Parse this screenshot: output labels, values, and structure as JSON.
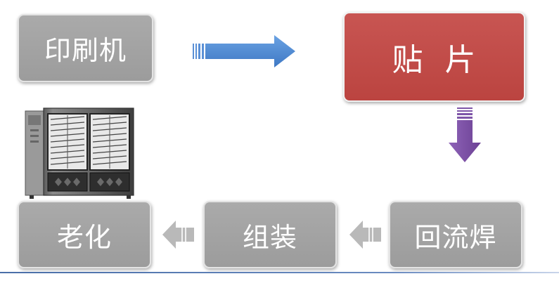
{
  "steps": {
    "print": "印刷机",
    "place": "贴  片",
    "reflow": "回流焊",
    "assemble": "组装",
    "aging": "老化"
  },
  "colors": {
    "gray_box": "#a4a4a4",
    "red_box": "#c04b47",
    "blue_arrow": "#4a86d0",
    "purple_arrow": "#7a4fa3",
    "gray_arrow": "#b8b8b8",
    "baseline": "#4a6fa8"
  },
  "icons": {
    "arrow_right": "right-arrow-icon",
    "arrow_down": "down-arrow-icon",
    "arrow_left": "left-arrow-icon",
    "machine": "aging-oven-machine-image"
  }
}
